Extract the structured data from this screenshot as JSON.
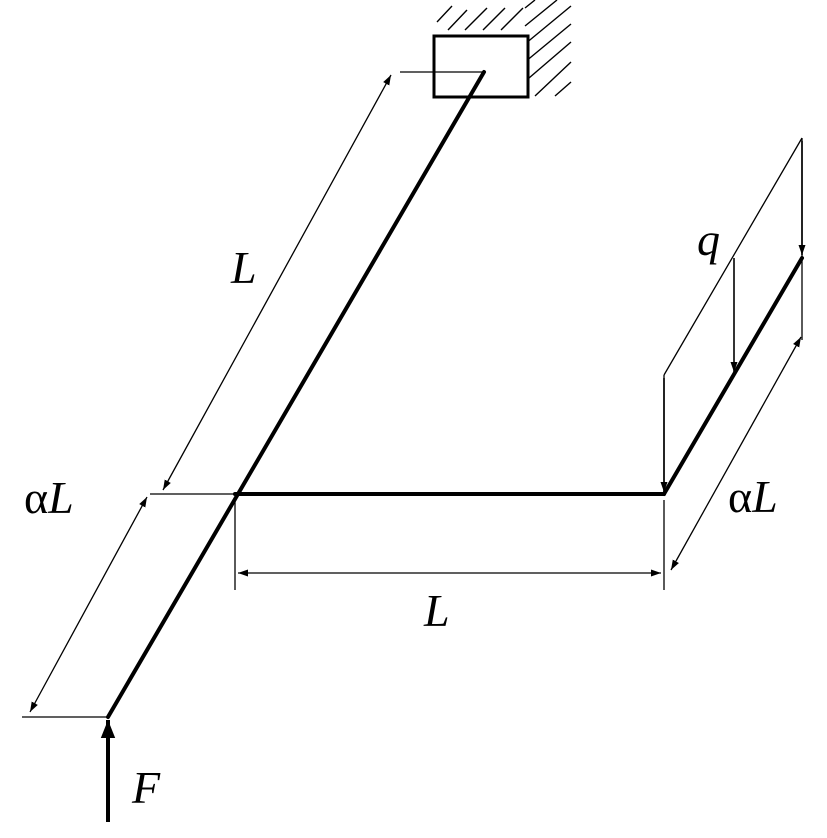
{
  "labels": {
    "top_length": "L",
    "bottom_length": "L",
    "left_segment_alpha": "α",
    "left_segment_L": "L",
    "right_segment_alpha": "α",
    "right_segment_L": "L",
    "load_q": "q",
    "force_F": "F"
  },
  "colors": {
    "ink": "#000000",
    "paper": "#ffffff"
  }
}
